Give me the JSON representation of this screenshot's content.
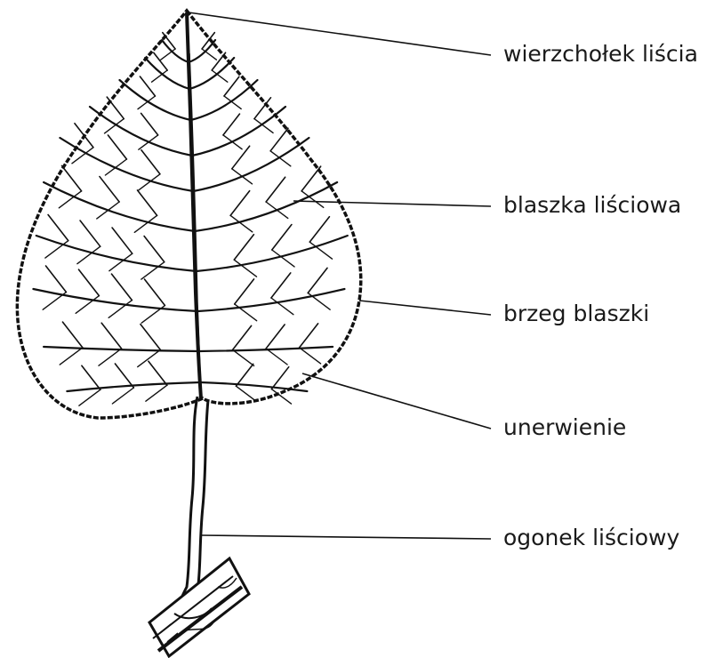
{
  "diagram": {
    "labels": [
      {
        "id": "apex",
        "text": "wierzchołek liścia"
      },
      {
        "id": "blade",
        "text": "blaszka liściowa"
      },
      {
        "id": "margin",
        "text": "brzeg blaszki"
      },
      {
        "id": "venation",
        "text": "unerwienie"
      },
      {
        "id": "petiole",
        "text": "ogonek liściowy"
      }
    ]
  }
}
